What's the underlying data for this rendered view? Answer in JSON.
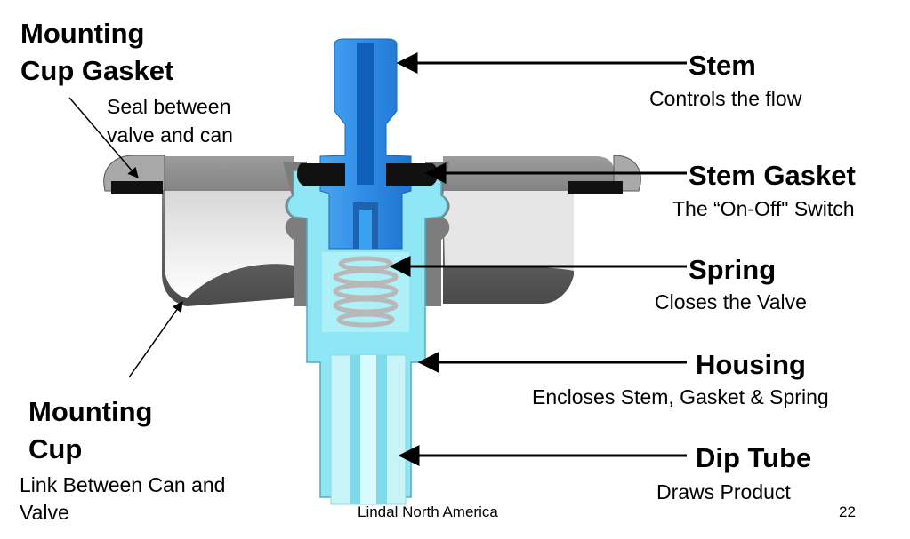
{
  "labels": {
    "mounting_cup_gasket": {
      "title_line1": "Mounting",
      "title_line2": "Cup Gasket",
      "desc_line1": "Seal between",
      "desc_line2": "valve and can"
    },
    "stem": {
      "title": "Stem",
      "desc": "Controls the flow"
    },
    "stem_gasket": {
      "title": "Stem Gasket",
      "desc": "The “On-Off\" Switch"
    },
    "spring": {
      "title": "Spring",
      "desc": "Closes the Valve"
    },
    "housing": {
      "title": "Housing",
      "desc": "Encloses Stem, Gasket & Spring"
    },
    "dip_tube": {
      "title": "Dip Tube",
      "desc": "Draws Product"
    },
    "mounting_cup": {
      "title_line1": "Mounting",
      "title_line2": "Cup",
      "desc_line1": "Link Between Can and",
      "desc_line2": "Valve"
    }
  },
  "footer": {
    "company": "Lindal North America",
    "page_number": "22"
  },
  "colors": {
    "stem": "#2f8fe8",
    "housing": "#8fe6f4",
    "dip_tube": "#a7eaf2",
    "cup_metal": "#8a8a8a",
    "gasket": "#111111",
    "spring": "#b8b8b8"
  }
}
